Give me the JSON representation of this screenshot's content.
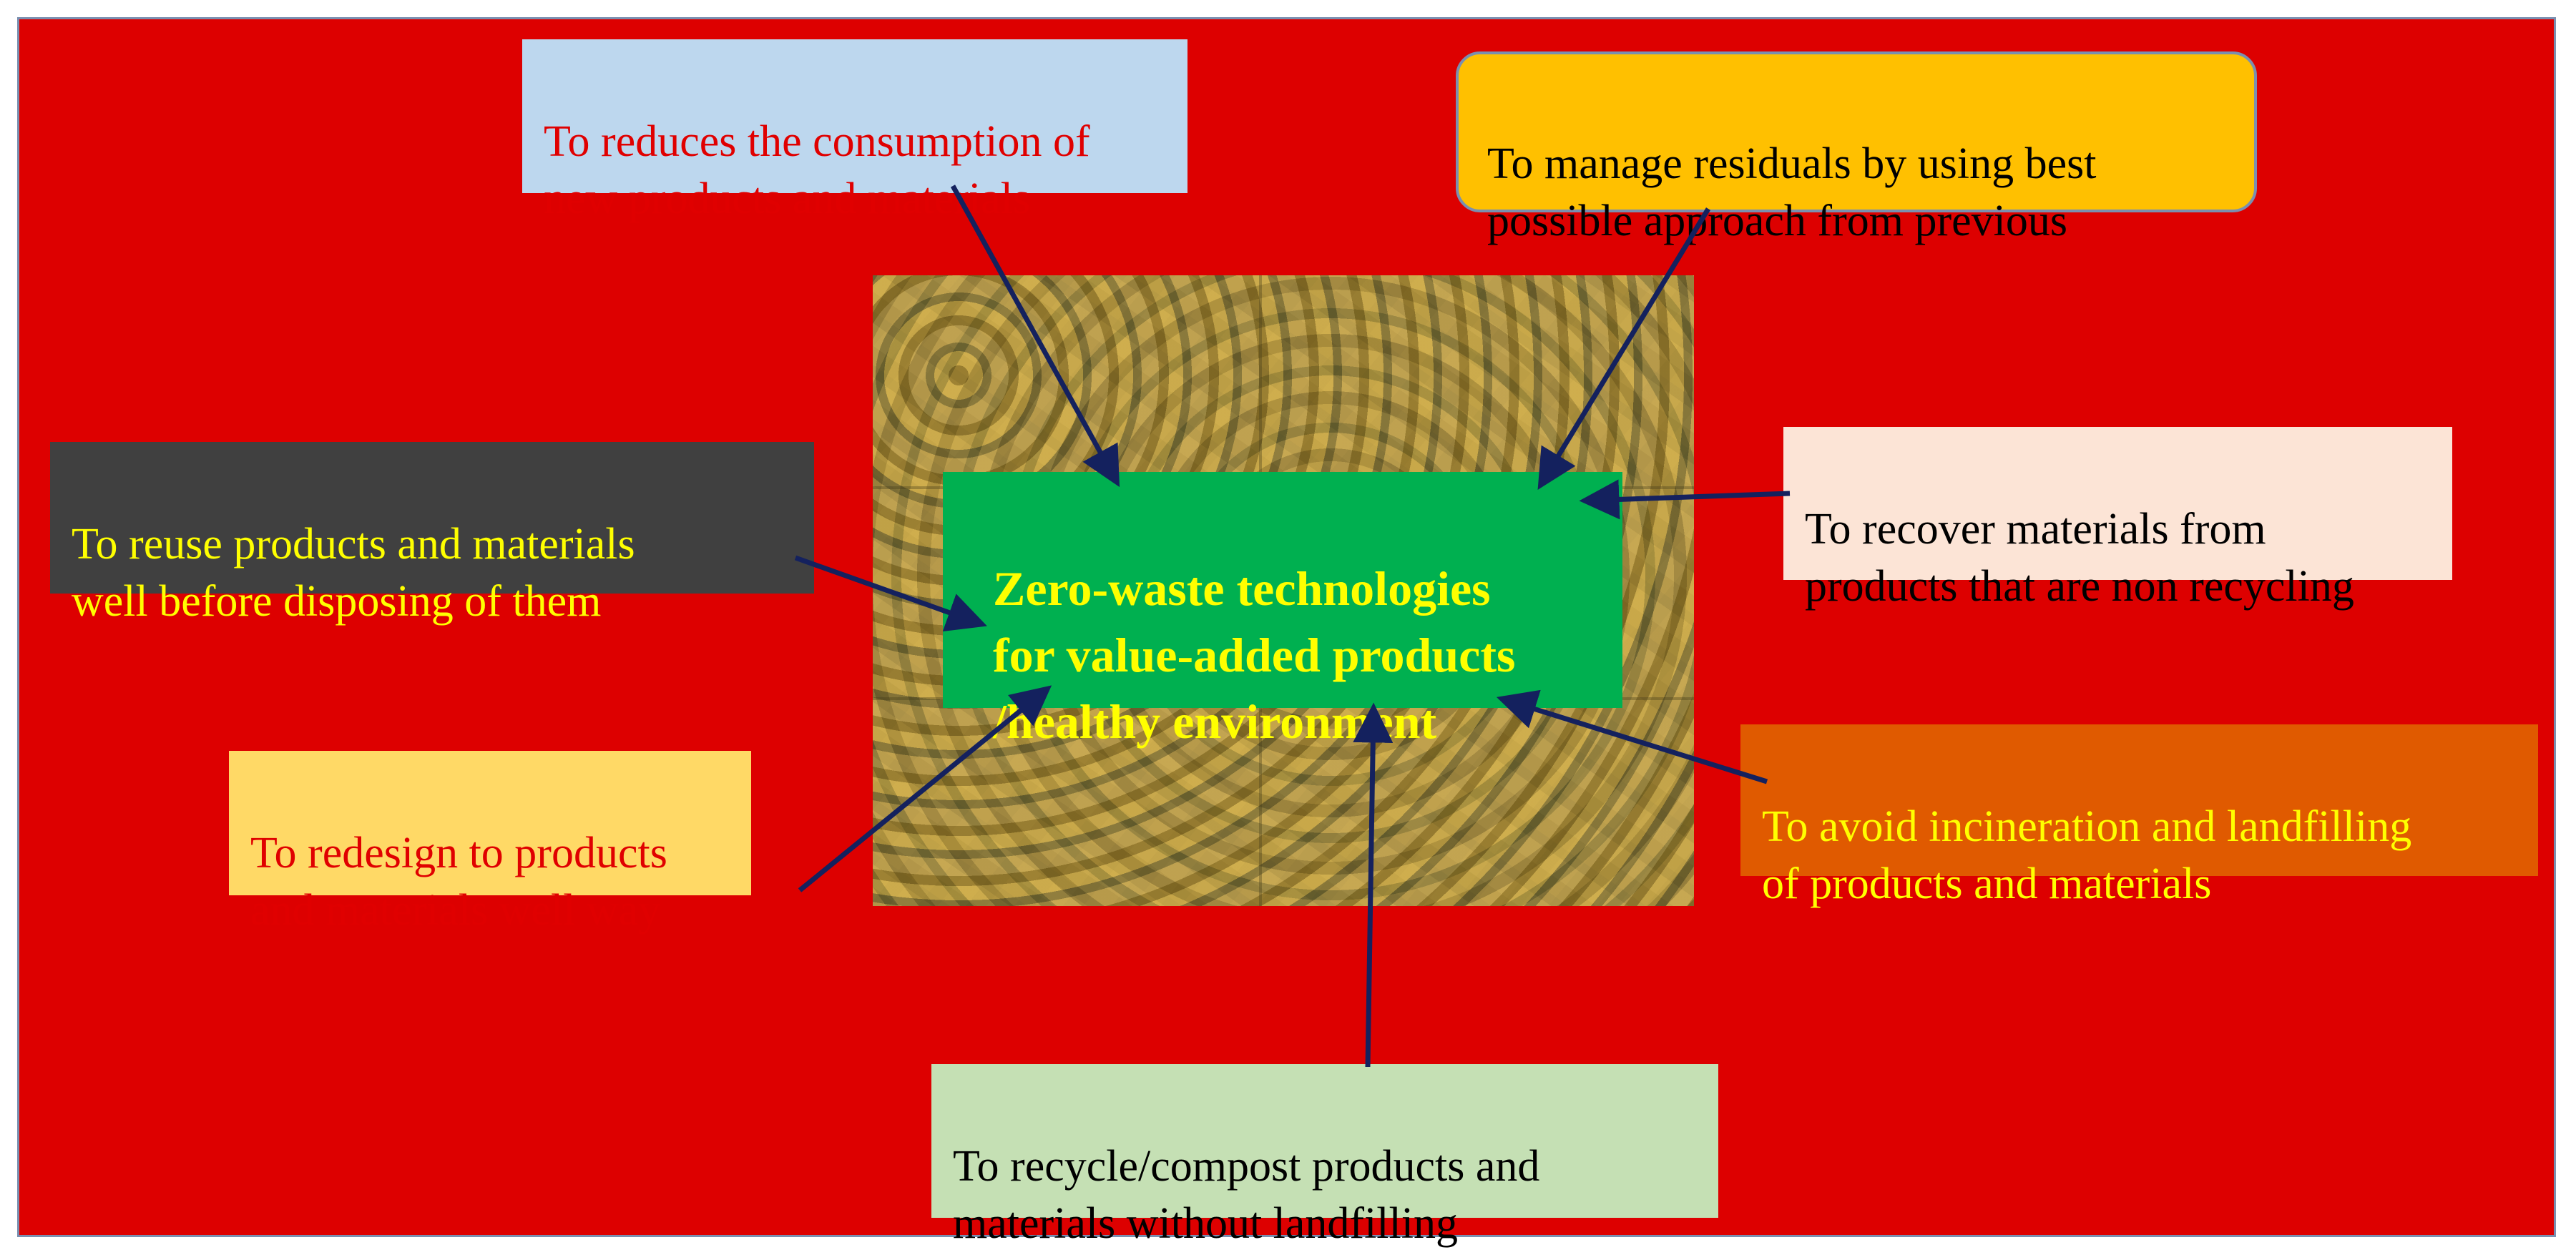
{
  "colors": {
    "background": "#dd0000",
    "arrow": "#14215e",
    "center_fill": "#00b050",
    "center_text": "#ffff00"
  },
  "center": {
    "text": "Zero-waste technologies\n  for value-added products\n/healthy environment"
  },
  "boxes": {
    "reduce": {
      "text": "To reduces the consumption of\nnew products and materials",
      "fill": "#bdd7ee",
      "text_color": "#e00000"
    },
    "manage": {
      "text": "To manage residuals by using best\n possible approach from previous",
      "fill": "#ffc000",
      "text_color": "#000000"
    },
    "reuse": {
      "text": "To reuse products and materials\nwell before disposing of them",
      "fill": "#404040",
      "text_color": "#ffff00"
    },
    "recover": {
      "text": "To recover materials from\nproducts that are non recycling",
      "fill": "#fce4d6",
      "text_color": "#000000"
    },
    "redesign": {
      "text": "To redesign to products\n and materials well way",
      "fill": "#ffd966",
      "text_color": "#e00000"
    },
    "avoid": {
      "text": "To avoid incineration and landfilling\nof products and materials",
      "fill": "#e05a00",
      "text_color": "#ffff00"
    },
    "recycle": {
      "text": "To recycle/compost products and\nmaterials without landfilling",
      "fill": "#c5e0b4",
      "text_color": "#000000"
    }
  }
}
